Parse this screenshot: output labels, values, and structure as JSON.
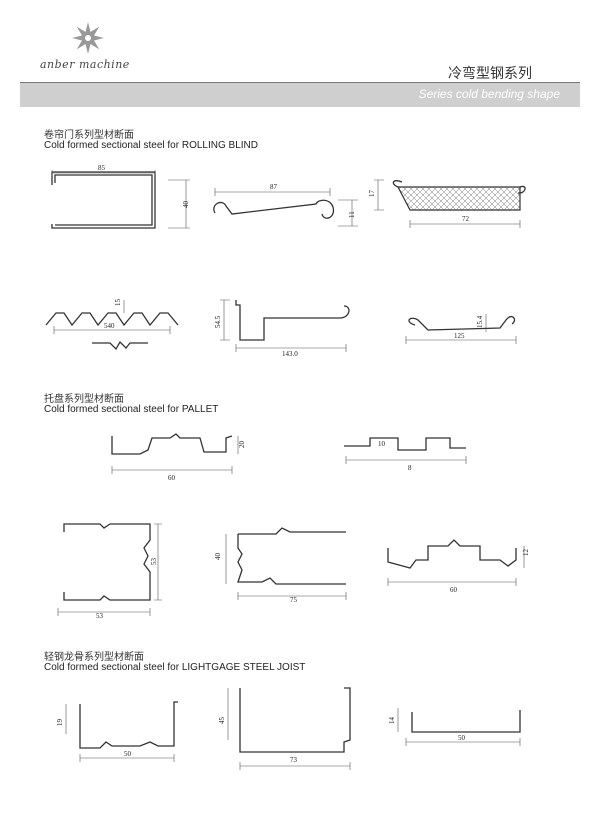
{
  "header": {
    "brand": "anber machine",
    "title_cn": "冷弯型钢系列",
    "banner": "Series cold bending shape"
  },
  "sections": [
    {
      "cn": "卷帘门系列型材断面",
      "en": "Cold formed sectional steel for ROLLING BLIND"
    },
    {
      "cn": "托盘系列型材断面",
      "en": "Cold formed sectional steel for PALLET"
    },
    {
      "cn": "轻钢龙骨系列型材断面",
      "en": "Cold formed sectional steel for LIGHTGAGE STEEL JOIST"
    }
  ],
  "dims": {
    "rb1_w": "85",
    "rb1_h": "40",
    "rb2_w": "87",
    "rb2_h": "11",
    "rb3_h": "17",
    "rb3_w": "72",
    "rb4_h": "15",
    "rb4_w": "540",
    "rb5_h": "54.5",
    "rb5_w": "143.0",
    "rb6_h": "15.4",
    "rb6_w": "125",
    "p1_h": "20",
    "p1_w": "60",
    "p2_h": "10",
    "p2_w": "8",
    "p3_h": "53",
    "p3_w": "53",
    "p4_h": "40",
    "p4_w": "75",
    "p5_h": "12",
    "p5_w": "60",
    "l1_h": "19",
    "l1_w": "50",
    "l2_h": "45",
    "l2_w": "73",
    "l3_h": "14",
    "l3_w": "50"
  }
}
